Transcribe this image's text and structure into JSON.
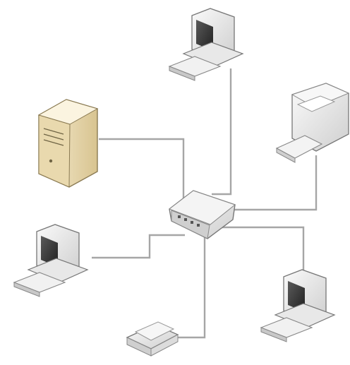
{
  "diagram": {
    "type": "star-network-topology",
    "background": "#ffffff",
    "colors": {
      "link": "#a6a6a6",
      "device_body": "#e6e6e6",
      "device_outline": "#7a7a7a",
      "server_body": "#f0e3bf",
      "screen": "#3c3c3c"
    },
    "hub": {
      "icon": "network-hub-icon"
    },
    "nodes": [
      {
        "id": "server",
        "icon": "tower-server-icon"
      },
      {
        "id": "workstation-top",
        "icon": "desktop-computer-icon"
      },
      {
        "id": "printer",
        "icon": "printer-icon"
      },
      {
        "id": "workstation-left",
        "icon": "desktop-computer-icon"
      },
      {
        "id": "workstation-right",
        "icon": "desktop-computer-icon"
      },
      {
        "id": "scanner",
        "icon": "scanner-icon"
      }
    ]
  }
}
